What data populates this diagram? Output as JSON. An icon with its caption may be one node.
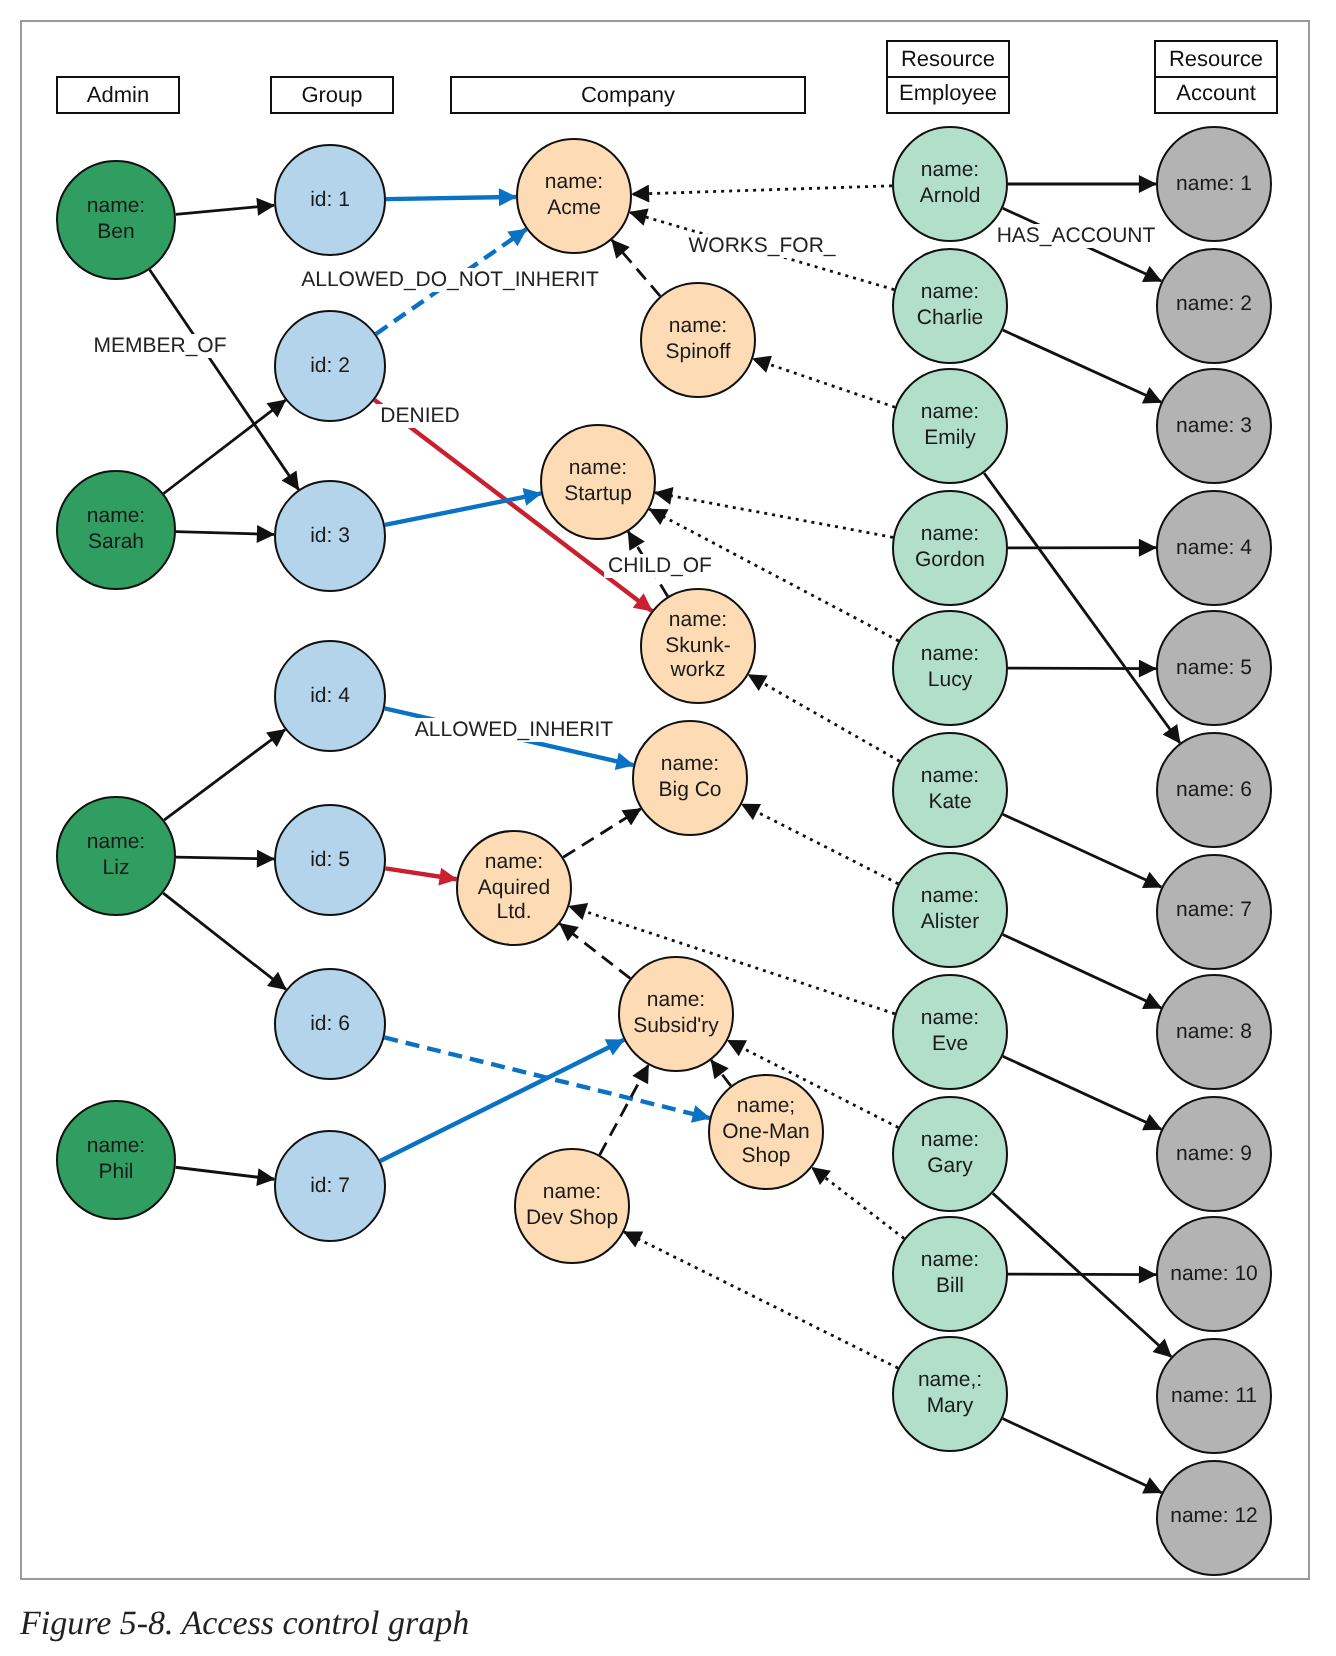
{
  "diagram": {
    "caption": "Figure 5-8. Access control graph",
    "nodes": [
      {
        "text": [
          "Admin"
        ]
      },
      {
        "text": [
          "Group"
        ]
      },
      {
        "text": [
          "Company"
        ]
      },
      {
        "text": [
          "Resource",
          "Employee"
        ]
      },
      {
        "text": [
          "Resource",
          "Account"
        ]
      },
      {
        "text": [
          "name: Ben"
        ]
      },
      {
        "text": [
          "name: Sarah"
        ]
      },
      {
        "text": [
          "name: Liz"
        ]
      },
      {
        "text": [
          "name: Phil"
        ]
      },
      {
        "text": [
          "id: 1"
        ]
      },
      {
        "text": [
          "id: 2"
        ]
      },
      {
        "text": [
          "id: 3"
        ]
      },
      {
        "text": [
          "id: 4"
        ]
      },
      {
        "text": [
          "id: 5"
        ]
      },
      {
        "text": [
          "id: 6"
        ]
      },
      {
        "text": [
          "id: 7"
        ]
      },
      {
        "text": [
          "name: Acme"
        ]
      },
      {
        "text": [
          "name: Spinoff"
        ]
      },
      {
        "text": [
          "name: Startup"
        ]
      },
      {
        "text": [
          "name: Skunk-workz"
        ]
      },
      {
        "text": [
          "name: Big Co"
        ]
      },
      {
        "text": [
          "name: Aquired Ltd."
        ]
      },
      {
        "text": [
          "name: Subsid'ry"
        ]
      },
      {
        "text": [
          "name; One-Man Shop"
        ]
      },
      {
        "text": [
          "name: Dev Shop"
        ]
      },
      {
        "text": [
          "name: Arnold"
        ]
      },
      {
        "text": [
          "name: Charlie"
        ]
      },
      {
        "text": [
          "name: Emily"
        ]
      },
      {
        "text": [
          "name: Gordon"
        ]
      },
      {
        "text": [
          "name: Lucy"
        ]
      },
      {
        "text": [
          "name: Kate"
        ]
      },
      {
        "text": [
          "name: Alister"
        ]
      },
      {
        "text": [
          "name: Eve"
        ]
      },
      {
        "text": [
          "name: Gary"
        ]
      },
      {
        "text": [
          "name: Bill"
        ]
      },
      {
        "text": [
          "name,: Mary"
        ]
      },
      {
        "text": [
          "name: 1"
        ]
      },
      {
        "text": [
          "name: 2"
        ]
      },
      {
        "text": [
          "name: 3"
        ]
      },
      {
        "text": [
          "name: 4"
        ]
      },
      {
        "text": [
          "name: 5"
        ]
      },
      {
        "text": [
          "name: 6"
        ]
      },
      {
        "text": [
          "name: 7"
        ]
      },
      {
        "text": [
          "name: 8"
        ]
      },
      {
        "text": [
          "name: 9"
        ]
      },
      {
        "text": [
          "name: 10"
        ]
      },
      {
        "text": [
          "name: 11"
        ]
      },
      {
        "text": [
          "name: 12"
        ]
      }
    ],
    "edges": [
      {
        "from": 5,
        "to": 9,
        "arrow": "to"
      },
      {
        "from": 5,
        "to": 11,
        "arrow": "to",
        "label": "MEMBER_OF"
      },
      {
        "from": 6,
        "to": 10,
        "arrow": "to"
      },
      {
        "from": 6,
        "to": 11,
        "arrow": "to"
      },
      {
        "from": 7,
        "to": 12,
        "arrow": "to"
      },
      {
        "from": 7,
        "to": 13,
        "arrow": "to"
      },
      {
        "from": 7,
        "to": 14,
        "arrow": "to"
      },
      {
        "from": 8,
        "to": 15,
        "arrow": "to"
      },
      {
        "from": 9,
        "to": 16,
        "arrow": "to",
        "color": "#0a72c4"
      },
      {
        "from": 10,
        "to": 16,
        "arrow": "to",
        "label": "ALLOWED_DO_NOT_INHERIT",
        "style": "dashed",
        "color": "#0a72c4"
      },
      {
        "from": 10,
        "to": 19,
        "arrow": "to",
        "label": "DENIED",
        "color": "#c8202f"
      },
      {
        "from": 11,
        "to": 18,
        "arrow": "to",
        "color": "#0a72c4"
      },
      {
        "from": 12,
        "to": 20,
        "arrow": "to",
        "label": "ALLOWED_INHERIT",
        "color": "#0a72c4"
      },
      {
        "from": 13,
        "to": 21,
        "arrow": "to",
        "color": "#c8202f"
      },
      {
        "from": 14,
        "to": 23,
        "arrow": "to",
        "style": "dashed",
        "color": "#0a72c4"
      },
      {
        "from": 15,
        "to": 22,
        "arrow": "to",
        "color": "#0a72c4"
      },
      {
        "from": 17,
        "to": 16,
        "arrow": "to",
        "style": "dashed"
      },
      {
        "from": 19,
        "to": 18,
        "arrow": "to",
        "label": "CHILD_OF",
        "style": "dashed"
      },
      {
        "from": 21,
        "to": 20,
        "arrow": "to",
        "style": "dashed"
      },
      {
        "from": 22,
        "to": 21,
        "arrow": "to",
        "style": "dashed"
      },
      {
        "from": 23,
        "to": 22,
        "arrow": "to",
        "style": "dashed"
      },
      {
        "from": 24,
        "to": 22,
        "arrow": "to",
        "style": "dashed"
      },
      {
        "from": 25,
        "to": 16,
        "arrow": "to",
        "style": "dashed"
      },
      {
        "from": 26,
        "to": 16,
        "arrow": "to",
        "label": "WORKS_FOR_",
        "style": "dashed"
      },
      {
        "from": 27,
        "to": 17,
        "arrow": "to",
        "style": "dashed"
      },
      {
        "from": 28,
        "to": 18,
        "arrow": "to",
        "style": "dashed"
      },
      {
        "from": 29,
        "to": 18,
        "arrow": "to",
        "style": "dashed"
      },
      {
        "from": 30,
        "to": 19,
        "arrow": "to",
        "style": "dashed"
      },
      {
        "from": 31,
        "to": 20,
        "arrow": "to",
        "style": "dashed"
      },
      {
        "from": 32,
        "to": 21,
        "arrow": "to",
        "style": "dashed"
      },
      {
        "from": 33,
        "to": 22,
        "arrow": "to",
        "style": "dashed"
      },
      {
        "from": 34,
        "to": 23,
        "arrow": "to",
        "style": "dashed"
      },
      {
        "from": 35,
        "to": 24,
        "arrow": "to",
        "style": "dashed"
      },
      {
        "from": 25,
        "to": 36,
        "arrow": "to"
      },
      {
        "from": 25,
        "to": 37,
        "arrow": "to",
        "label": "HAS_ACCOUNT"
      },
      {
        "from": 26,
        "to": 38,
        "arrow": "to"
      },
      {
        "from": 27,
        "to": 41,
        "arrow": "to"
      },
      {
        "from": 28,
        "to": 39,
        "arrow": "to"
      },
      {
        "from": 29,
        "to": 40,
        "arrow": "to"
      },
      {
        "from": 30,
        "to": 42,
        "arrow": "to"
      },
      {
        "from": 31,
        "to": 43,
        "arrow": "to"
      },
      {
        "from": 32,
        "to": 44,
        "arrow": "to"
      },
      {
        "from": 33,
        "to": 46,
        "arrow": "to"
      },
      {
        "from": 34,
        "to": 45,
        "arrow": "to"
      },
      {
        "from": 35,
        "to": 47,
        "arrow": "to"
      }
    ]
  }
}
